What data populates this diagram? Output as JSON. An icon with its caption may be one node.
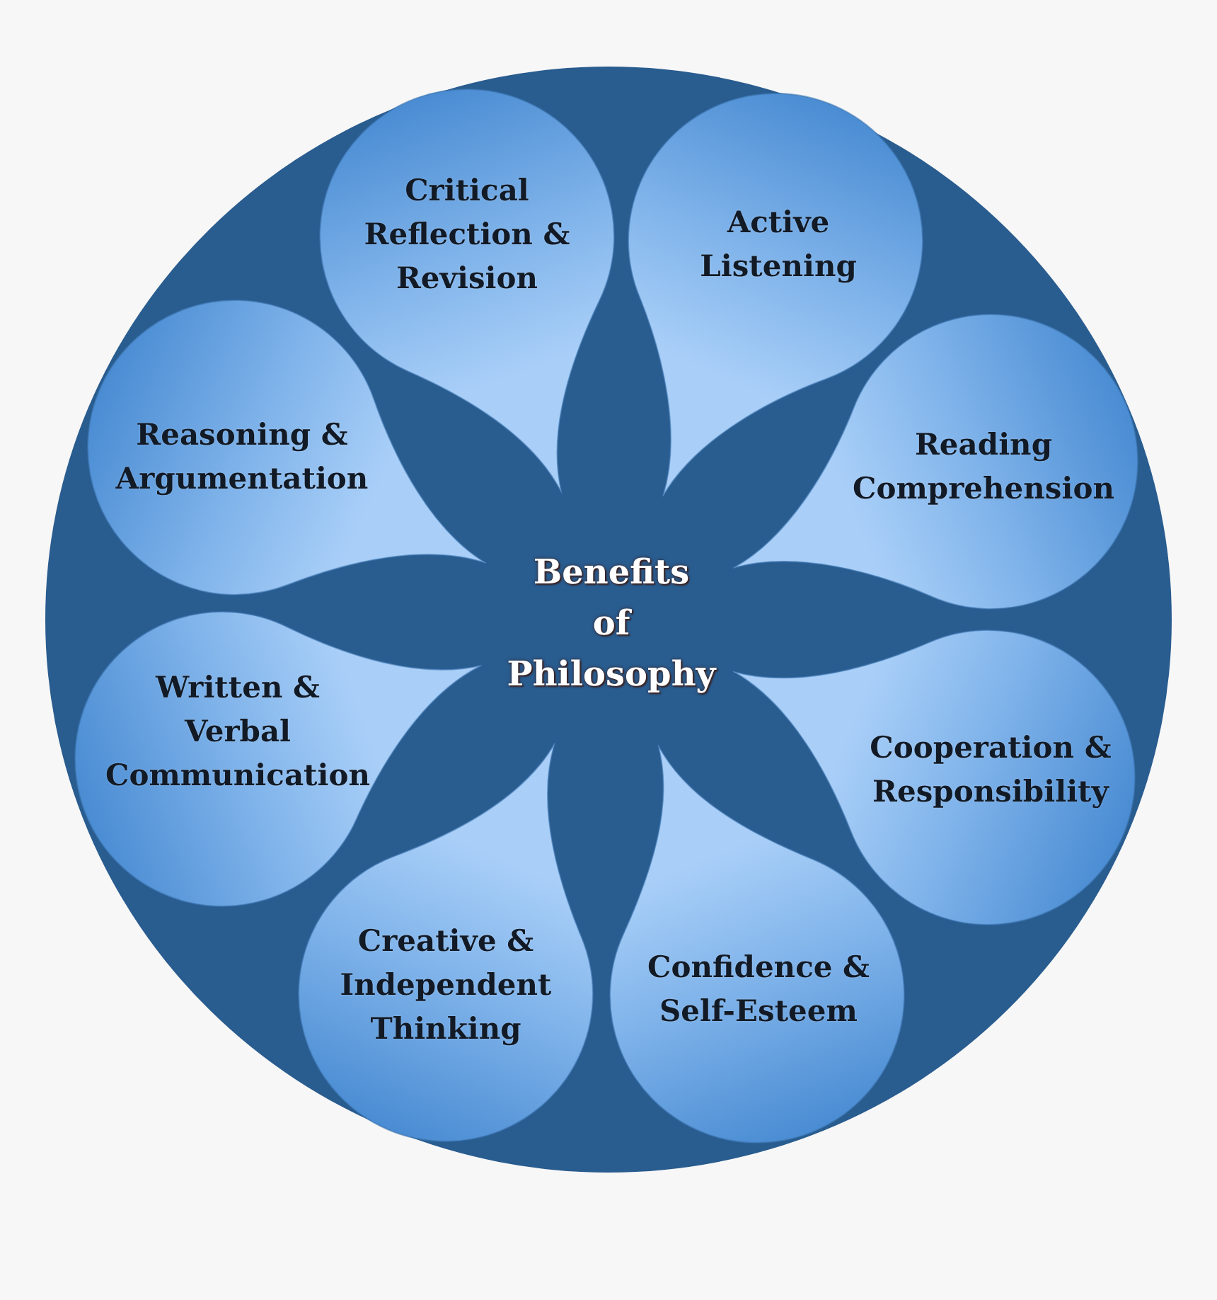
{
  "diagram": {
    "nodes": [
      {
        "text": [
          "Benefits of Philosophy"
        ]
      },
      {
        "text": [
          "Critical Reflection & Revision"
        ],
        "in": 0
      },
      {
        "text": [
          "Active Listening"
        ],
        "in": 0
      },
      {
        "text": [
          "Reasoning & Argumentation"
        ],
        "in": 0
      },
      {
        "text": [
          "Reading Comprehension"
        ],
        "in": 0
      },
      {
        "text": [
          "Written & Verbal Communication"
        ],
        "in": 0
      },
      {
        "text": [
          "Cooperation & Responsibility"
        ],
        "in": 0
      },
      {
        "text": [
          "Creative & Independent Thinking"
        ],
        "in": 0
      },
      {
        "text": [
          "Confidence & Self-Esteem"
        ],
        "in": 0
      }
    ]
  }
}
